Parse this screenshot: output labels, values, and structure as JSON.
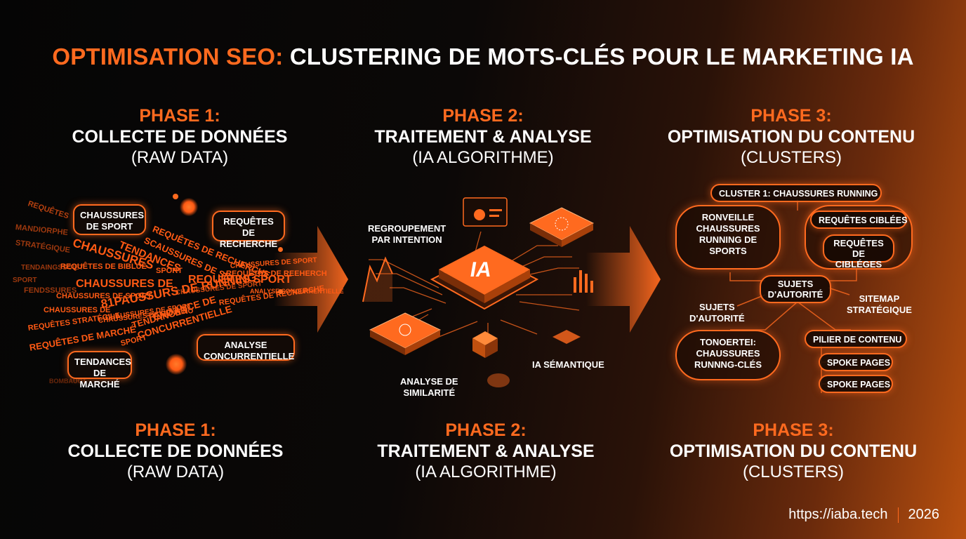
{
  "title": {
    "accent": "OPTIMISATION SEO:",
    "rest": "CLUSTERING DE MOTS-CLÉS POUR LE MARKETING IA"
  },
  "phases_top": [
    {
      "phase": "PHASE 1:",
      "name": "COLLECTE DE DONNÉES",
      "sub": "(RAW DATA)"
    },
    {
      "phase": "PHASE 2:",
      "name": "TRAITEMENT & ANALYSE",
      "sub": "(IA ALGORITHME)"
    },
    {
      "phase": "PHASE 3:",
      "name": "OPTIMISATION DU CONTENU",
      "sub": "(CLUSTERS)"
    }
  ],
  "phases_bottom": [
    {
      "phase": "PHASE 1:",
      "name": "COLLECTE DE DONNÉES",
      "sub": "(RAW DATA)"
    },
    {
      "phase": "PHASE 2:",
      "name": "TRAITEMENT & ANALYSE",
      "sub": "(IA ALGORITHME)"
    },
    {
      "phase": "PHASE 3:",
      "name": "OPTIMISATION DU CONTENU",
      "sub": "(CLUSTERS)"
    }
  ],
  "raw_data": {
    "bubbles": [
      "CHAUSSURES DE SPORT",
      "REQUÊTES DE RECHERCHE",
      "ANALYSE CONCURRENTIELLE",
      "TENDANCES DE MARCHÉ"
    ],
    "scatter_words": [
      "REQUÊTES",
      "MANDIORPHE",
      "STRATÉGIQUE",
      "TENDAINGSSOIET",
      "SPORT",
      "FENDSSURES",
      "CHAUSSURES",
      "TENDANCES",
      "REQUÊTES DE BIBLUE",
      "CHAUSSURES DE",
      "CHAUSSURES DE SPORT",
      "CHAUSSURES DE",
      "REQUÊTES STRATÉGILE",
      "REQUÊTES DE MARCHÉ",
      "SCAUSSURES DE SIG",
      "REQUÊTES DE RECHERCHE",
      "REQUÊTES SPORT",
      "81PAUSSURS DE RUNNING",
      "TENDANCE DE",
      "CONCURRENTIELLE",
      "CHAUSSURES DE SPORT",
      "REQUÊTES DE RECNERCHE",
      "CHAUSSURES DE SPORT",
      "REQUÊTES DE REEHERCH",
      "ANALYSE SONCURRENTIELLE",
      "SPORT",
      "CHAUSSURES DE RUNNINO",
      "CHAUSSURES DE SPORT",
      "BOMBAUOT",
      "SPORT",
      "TENDANCES"
    ]
  },
  "processing": {
    "chip_label": "IA",
    "labels": {
      "grouping": "REGROUPEMENT\nPAR INTENTION",
      "similarity": "ANALYSE DE\nSIMILARITÉ",
      "semantic": "IA SÉMANTIQUE"
    }
  },
  "clusters": {
    "cluster_title": "CLUSTER 1: CHAUSSURES RUNNING",
    "left_top": "RONVEILLE\nCHAUSSURES\nRUNNING DE\nSPORTS",
    "right_top_1": "REQUÊTES CIBLÉES",
    "right_top_2": "REQUÊTES DE\nCIBLÉGES",
    "center": "SUJETS\nD'AUTORITÉ",
    "left_side": "SUJETS\nD'AUTORITÉ",
    "right_side": "SITEMAP\nSTRATÉGIQUE",
    "left_bottom": "TONOERTEI:\nCHAUSSURES\nRUNNNG-CLÉS",
    "pillar": "PILIER DE CONTENU",
    "spoke_1": "SPOKE PAGES",
    "spoke_2": "SPOKE PAGES"
  },
  "footer": {
    "url": "https://iaba.tech",
    "year": "2026"
  },
  "colors": {
    "accent": "#ff6a1f",
    "background": "#050505",
    "glow": "#b8500f"
  }
}
